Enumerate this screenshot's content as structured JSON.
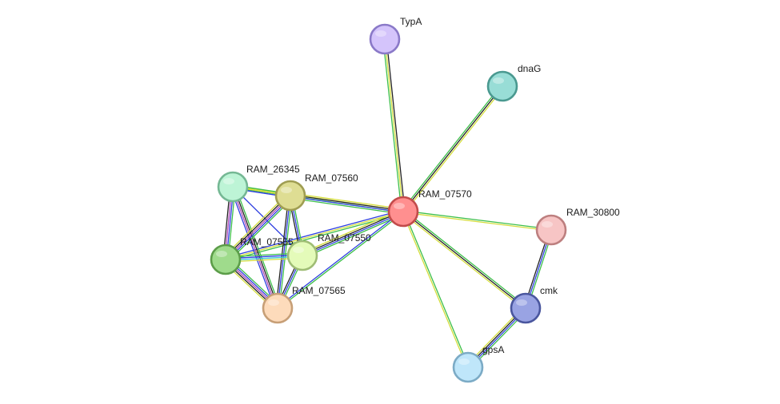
{
  "network": {
    "edge_colors": {
      "green": "#3dbf4a",
      "yellow": "#d4dd3c",
      "blue": "#2f3fe0",
      "black": "#222222",
      "purple": "#b04ab8",
      "cyan": "#3ec7d4"
    },
    "nodes": [
      {
        "id": "TypA",
        "label": "TypA",
        "fill": "#d4c4fb",
        "stroke": "#8a79c8"
      },
      {
        "id": "dnaG",
        "label": "dnaG",
        "fill": "#98ddd6",
        "stroke": "#4a9990"
      },
      {
        "id": "RAM_26345",
        "label": "RAM_26345",
        "fill": "#bdf4d6",
        "stroke": "#75b894"
      },
      {
        "id": "RAM_07560",
        "label": "RAM_07560",
        "fill": "#dedd93",
        "stroke": "#9f9d52"
      },
      {
        "id": "RAM_07570",
        "label": "RAM_07570",
        "fill": "#ff8f8f",
        "stroke": "#c24b4b"
      },
      {
        "id": "RAM_30800",
        "label": "RAM_30800",
        "fill": "#f7c5c5",
        "stroke": "#bd7f7f"
      },
      {
        "id": "RAM_07555",
        "label": "RAM_07555",
        "fill": "#9fdb8c",
        "stroke": "#5c9d49"
      },
      {
        "id": "RAM_07550",
        "label": "RAM_07550",
        "fill": "#e4fbb9",
        "stroke": "#9fbd75"
      },
      {
        "id": "RAM_07565",
        "label": "RAM_07565",
        "fill": "#fddbbb",
        "stroke": "#c79f77"
      },
      {
        "id": "cmk",
        "label": "cmk",
        "fill": "#99a3e3",
        "stroke": "#4a569e"
      },
      {
        "id": "gpsA",
        "label": "gpsA",
        "fill": "#bfe6fa",
        "stroke": "#7cabc6"
      }
    ],
    "edges": [
      {
        "source": "RAM_07570",
        "target": "TypA",
        "colors": [
          "green",
          "yellow",
          "black"
        ]
      },
      {
        "source": "RAM_07570",
        "target": "dnaG",
        "colors": [
          "green",
          "black",
          "yellow"
        ]
      },
      {
        "source": "RAM_07570",
        "target": "RAM_30800",
        "colors": [
          "green",
          "yellow"
        ]
      },
      {
        "source": "RAM_07570",
        "target": "cmk",
        "colors": [
          "green",
          "black",
          "yellow"
        ]
      },
      {
        "source": "RAM_07570",
        "target": "gpsA",
        "colors": [
          "green",
          "yellow"
        ]
      },
      {
        "source": "RAM_07570",
        "target": "RAM_26345",
        "colors": [
          "green",
          "yellow"
        ]
      },
      {
        "source": "RAM_07570",
        "target": "RAM_07560",
        "colors": [
          "green",
          "blue",
          "black",
          "yellow"
        ]
      },
      {
        "source": "RAM_07570",
        "target": "RAM_07555",
        "colors": [
          "green",
          "yellow",
          "blue"
        ]
      },
      {
        "source": "RAM_07570",
        "target": "RAM_07550",
        "colors": [
          "green",
          "blue",
          "black",
          "yellow"
        ]
      },
      {
        "source": "RAM_07570",
        "target": "RAM_07565",
        "colors": [
          "green",
          "blue"
        ]
      },
      {
        "source": "RAM_30800",
        "target": "cmk",
        "colors": [
          "green",
          "blue",
          "black"
        ]
      },
      {
        "source": "cmk",
        "target": "gpsA",
        "colors": [
          "green",
          "blue",
          "black",
          "yellow"
        ]
      },
      {
        "source": "RAM_26345",
        "target": "RAM_07560",
        "colors": [
          "green",
          "yellow",
          "blue"
        ]
      },
      {
        "source": "RAM_26345",
        "target": "RAM_07555",
        "colors": [
          "green",
          "blue",
          "purple",
          "black"
        ]
      },
      {
        "source": "RAM_26345",
        "target": "RAM_07565",
        "colors": [
          "green",
          "black",
          "purple",
          "blue"
        ]
      },
      {
        "source": "RAM_26345",
        "target": "RAM_07550",
        "colors": [
          "blue"
        ]
      },
      {
        "source": "RAM_07560",
        "target": "RAM_07555",
        "colors": [
          "green",
          "blue",
          "purple",
          "black",
          "yellow"
        ]
      },
      {
        "source": "RAM_07560",
        "target": "RAM_07550",
        "colors": [
          "green",
          "blue",
          "black"
        ]
      },
      {
        "source": "RAM_07560",
        "target": "RAM_07565",
        "colors": [
          "green",
          "blue",
          "black"
        ]
      },
      {
        "source": "RAM_07555",
        "target": "RAM_07550",
        "colors": [
          "green",
          "blue",
          "cyan",
          "yellow"
        ]
      },
      {
        "source": "RAM_07555",
        "target": "RAM_07565",
        "colors": [
          "green",
          "blue",
          "purple",
          "black",
          "yellow"
        ]
      },
      {
        "source": "RAM_07550",
        "target": "RAM_07565",
        "colors": [
          "green",
          "blue",
          "black"
        ]
      }
    ]
  }
}
